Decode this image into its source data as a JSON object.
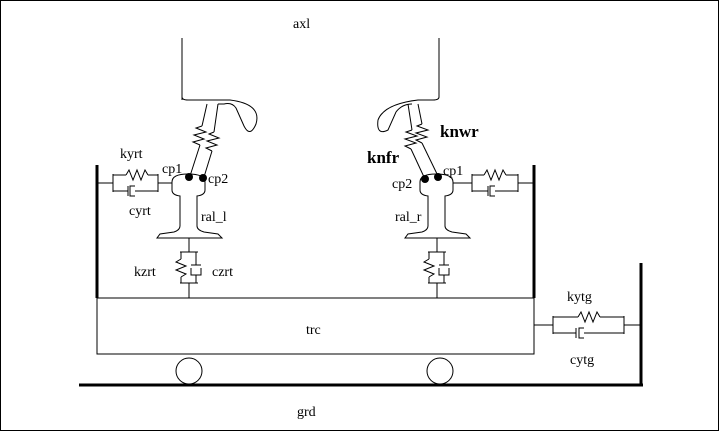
{
  "labels": {
    "axle": "axl",
    "ground": "grd",
    "track": "trc",
    "rail_left": "ral_l",
    "rail_right": "ral_r",
    "contact_point_1_left": "cp1",
    "contact_point_2_left": "cp2",
    "contact_point_1_right": "cp1",
    "contact_point_2_right": "cp2",
    "lateral_rail_stiffness": "kyrt",
    "lateral_rail_damping": "cyrt",
    "vertical_rail_stiffness": "kzrt",
    "vertical_rail_damping": "czrt",
    "normal_contact_flange": "knfr",
    "normal_contact_wheel": "knwr",
    "lateral_track_stiffness": "kytg",
    "lateral_track_damping": "cytg"
  }
}
